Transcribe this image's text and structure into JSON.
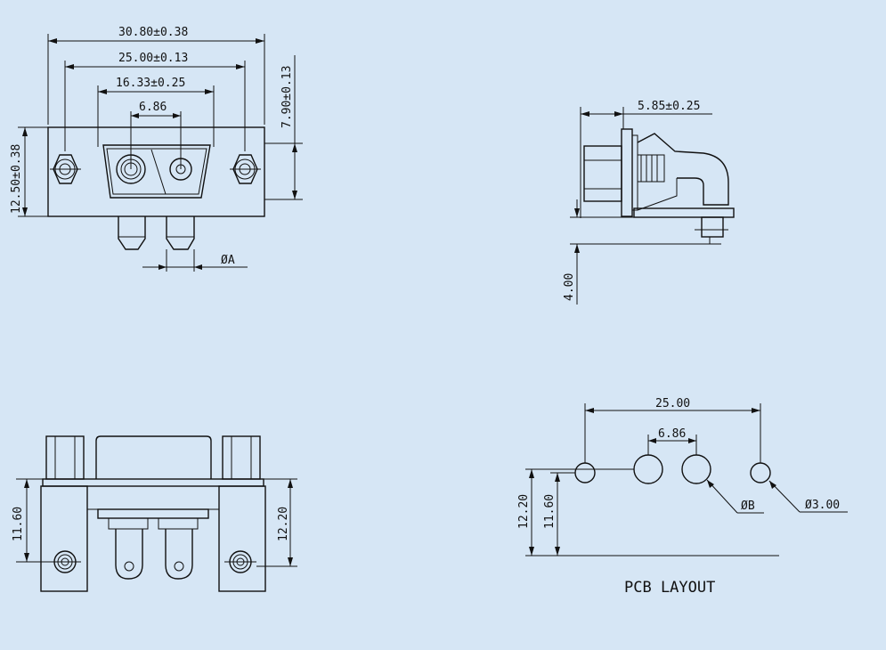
{
  "colors": {
    "background": "#d6e6f5",
    "line": "#111111"
  },
  "front_view": {
    "dim_overall_width": "30.80±0.38",
    "dim_mount_pitch": "25.00±0.13",
    "dim_shell_width": "16.33±0.25",
    "dim_contact_pitch": "6.86",
    "dim_pin_dia": "ØA",
    "dim_height": "12.50±0.38",
    "dim_offset": "7.90±0.13"
  },
  "side_view": {
    "dim_depth": "5.85±0.25",
    "dim_pin_length": "4.00"
  },
  "bottom_view": {
    "dim_left_height": "11.60",
    "dim_right_height": "12.20"
  },
  "pcb_layout": {
    "title": "PCB LAYOUT",
    "dim_hole_pitch": "25.00",
    "dim_contact_pitch": "6.86",
    "dim_contact_hole": "ØB",
    "dim_mount_hole": "Ø3.00",
    "dim_height_outer": "12.20",
    "dim_height_inner": "11.60"
  }
}
